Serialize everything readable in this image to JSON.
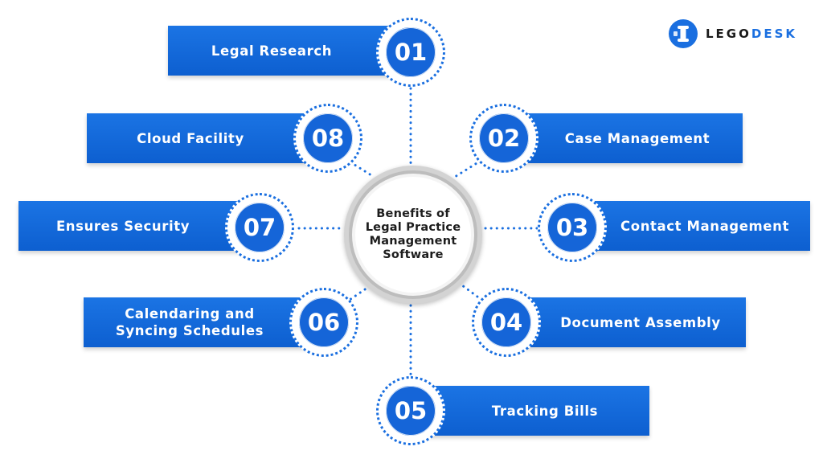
{
  "hub": {
    "lines": [
      "Benefits of",
      "Legal Practice",
      "Management",
      "Software"
    ]
  },
  "logo": {
    "part1": "LEGO",
    "part2": "DESK",
    "icon": "legodesk-mark-icon",
    "color": "#1a6fe0"
  },
  "colors": {
    "primary": "#1565d8",
    "banner": "#1b74e4",
    "dots": "#1a6fe0"
  },
  "benefits": [
    {
      "number": "01",
      "lines": [
        "Legal Research"
      ]
    },
    {
      "number": "02",
      "lines": [
        "Case Management"
      ]
    },
    {
      "number": "03",
      "lines": [
        "Contact Management"
      ]
    },
    {
      "number": "04",
      "lines": [
        "Document Assembly"
      ]
    },
    {
      "number": "05",
      "lines": [
        "Tracking Bills"
      ]
    },
    {
      "number": "06",
      "lines": [
        "Calendaring and",
        "Syncing Schedules"
      ]
    },
    {
      "number": "07",
      "lines": [
        "Ensures Security"
      ]
    },
    {
      "number": "08",
      "lines": [
        "Cloud Facility"
      ]
    }
  ]
}
